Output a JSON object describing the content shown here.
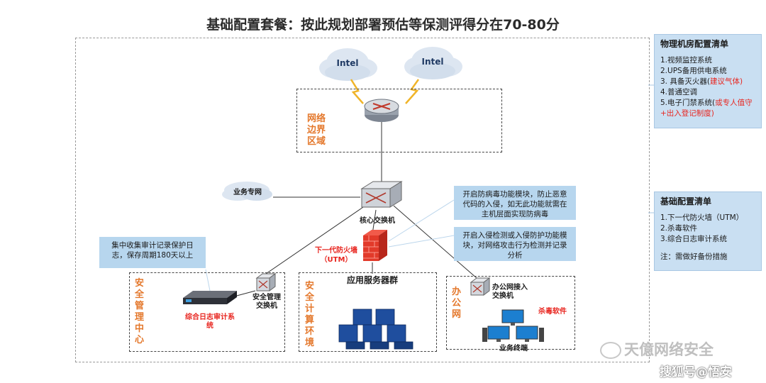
{
  "title": "基础配置套餐：按此规划部署预估等保测评得分在70-80分",
  "clouds": [
    "Intel",
    "Intel"
  ],
  "zones": {
    "border": "网络边界区域",
    "security_mgmt": "安全管理中心",
    "security_compute": "安全计算环境",
    "office": "办公网"
  },
  "devices": {
    "core_switch": "核心交换机",
    "biz_net": "业务专网",
    "firewall_line1": "下一代防火墙",
    "firewall_line2": "（UTM）",
    "log_audit": "综合日志审计系统",
    "mgmt_switch": "安全管理交换机",
    "app_servers": "应用服务器群",
    "office_switch": "办公网接入交换机",
    "antivirus": "杀毒软件",
    "terminals": "业务终端"
  },
  "notes": {
    "antivirus_note": "开启防病毒功能模块，防止恶意代码的入侵，如无此功能就需在主机层面实现防病毒",
    "ids_note": "开启入侵检测或入侵防护功能模块，对网络攻击行为检测并记录分析",
    "log_note": "集中收集审计记录保护日志，保存周期180天以上"
  },
  "physical_panel": {
    "title": "物理机房配置清单",
    "items": [
      {
        "text": "1.视频监控系统",
        "red": ""
      },
      {
        "text": "2.UPS备用供电系统",
        "red": ""
      },
      {
        "text": "3. 具备灭火器(",
        "red": "建议气体)"
      },
      {
        "text": "4.普通空调",
        "red": ""
      },
      {
        "text": "5.电子门禁系统(",
        "red": "或专人值守+出入登记制度)"
      }
    ]
  },
  "basic_panel": {
    "title": "基础配置清单",
    "items": [
      "1.下一代防火墙（UTM）",
      "2.杀毒软件",
      "3.综合日志审计系统"
    ],
    "footnote": "注：需做好备份措施"
  },
  "watermarks": {
    "brand": "天億网络安全",
    "sohu": "搜狐号@悟安"
  },
  "colors": {
    "zone_label": "#e4782c",
    "alert_red": "#e8251f",
    "note_bg": "#b7d6ee",
    "panel_bg": "#c9dff2",
    "lightning": "#f0b429"
  }
}
